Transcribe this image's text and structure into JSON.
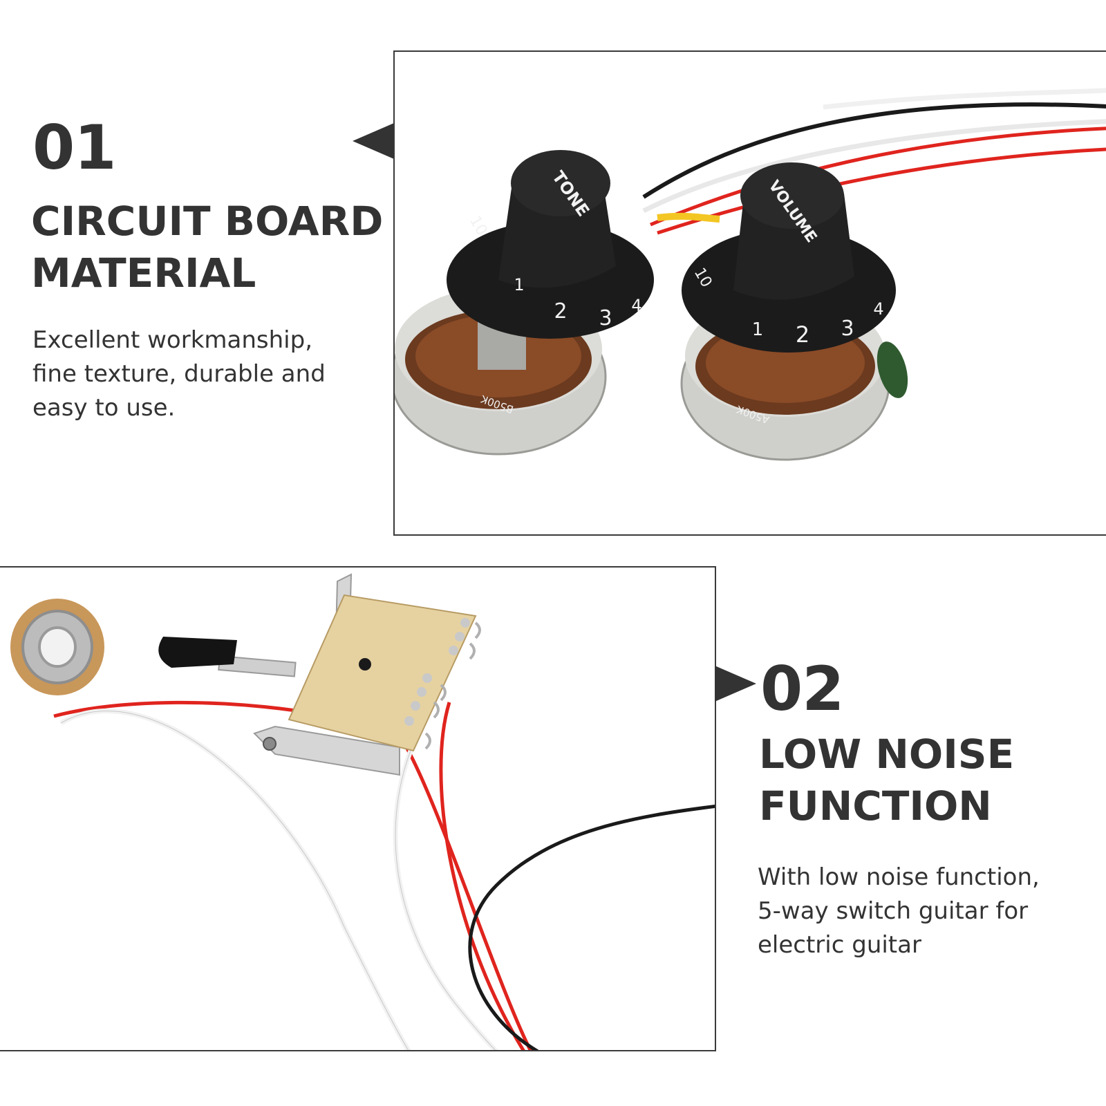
{
  "features": [
    {
      "number": "01",
      "title": "CIRCUIT BOARD\nMATERIAL",
      "description": "Excellent workmanship,\nfine texture, durable and\neasy to use."
    },
    {
      "number": "02",
      "title": "LOW NOISE\nFUNCTION",
      "description": "With low noise function,\n5-way switch guitar for\nelectric guitar"
    }
  ],
  "photos": {
    "tone_knob_label": "TONE",
    "volume_knob_label": "VOLUME",
    "tone_pot_marking": "B500K",
    "volume_pot_marking": "A500K",
    "knob_scale": [
      "10",
      "1",
      "2",
      "3",
      "4"
    ]
  },
  "colors": {
    "text": "#333333",
    "frame": "#3a3a3a",
    "wire_red": "#e0241e",
    "wire_black": "#1a1a1a",
    "wire_white": "#f2f2f2",
    "wire_yellow": "#f3c623"
  }
}
